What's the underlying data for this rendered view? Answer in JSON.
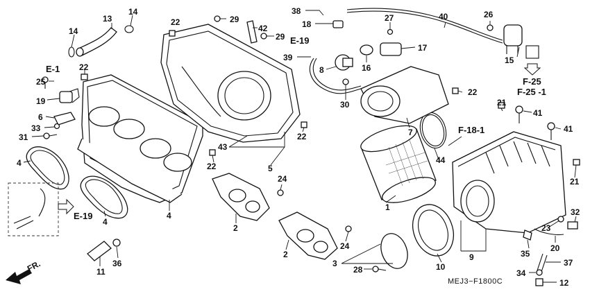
{
  "callouts": [
    "13",
    "14",
    "14",
    "22",
    "29",
    "42",
    "29",
    "38",
    "18",
    "27",
    "40",
    "26",
    "E-19",
    "17",
    "39",
    "8",
    "16",
    "15",
    "F-25",
    "F-25 -1",
    "E-1",
    "22",
    "25",
    "19",
    "6",
    "33",
    "31",
    "4",
    "22",
    "30",
    "7",
    "43",
    "22",
    "5",
    "22",
    "24",
    "21",
    "41",
    "41",
    "F-18-1",
    "44",
    "21",
    "4",
    "E-19",
    "4",
    "2",
    "1",
    "32",
    "2",
    "24",
    "23",
    "3",
    "28",
    "10",
    "9",
    "35",
    "20",
    "34",
    "37",
    "11",
    "36",
    "12",
    "FR."
  ],
  "diagram_code": "MEJ3−F1800C"
}
